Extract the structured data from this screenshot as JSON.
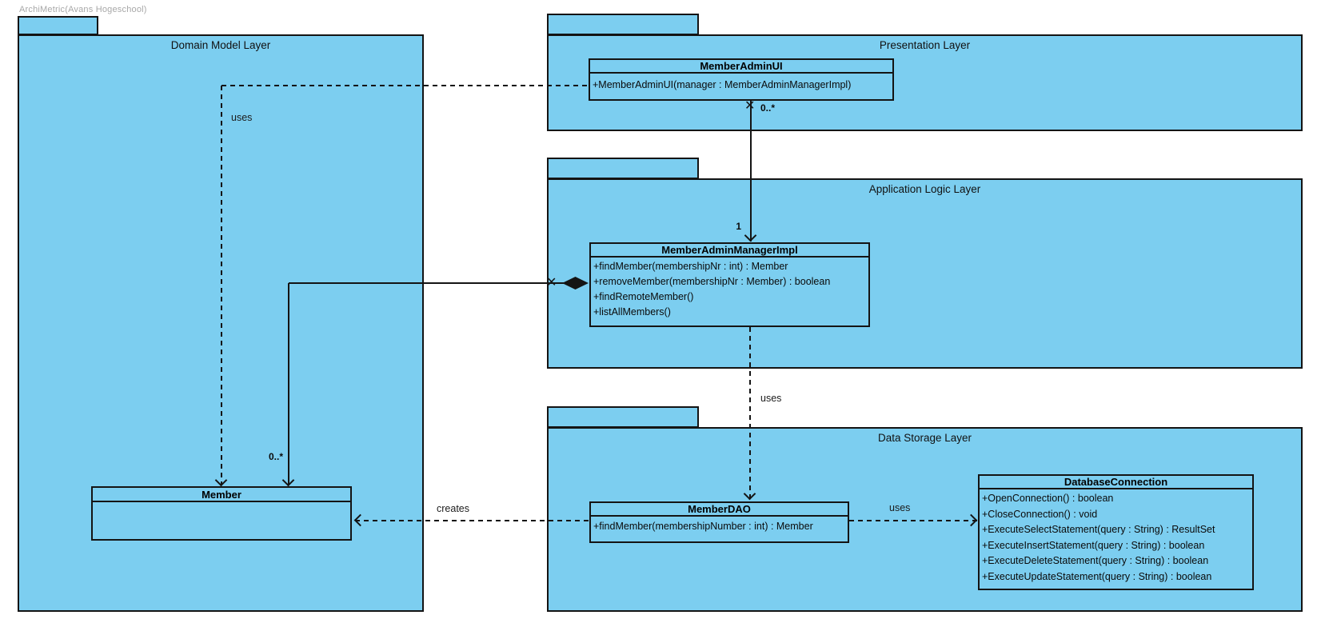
{
  "watermark": "ArchiMetric(Avans Hogeschool)",
  "packages": {
    "domain": {
      "title": "Domain Model Layer"
    },
    "presentation": {
      "title": "Presentation Layer"
    },
    "application": {
      "title": "Application Logic Layer"
    },
    "storage": {
      "title": "Data Storage Layer"
    }
  },
  "classes": {
    "memberAdminUI": {
      "name": "MemberAdminUI",
      "methods": [
        "+MemberAdminUI(manager : MemberAdminManagerImpl)"
      ]
    },
    "memberAdminManagerImpl": {
      "name": "MemberAdminManagerImpl",
      "methods": [
        "+findMember(membershipNr : int) : Member",
        "+removeMember(membershipNr : Member) : boolean",
        "+findRemoteMember()",
        "+listAllMembers()"
      ]
    },
    "member": {
      "name": "Member",
      "methods": []
    },
    "memberDAO": {
      "name": "MemberDAO",
      "methods": [
        "+findMember(membershipNumber : int) : Member"
      ]
    },
    "databaseConnection": {
      "name": "DatabaseConnection",
      "methods": [
        "+OpenConnection() : boolean",
        "+CloseConnection() : void",
        "+ExecuteSelectStatement(query : String) : ResultSet",
        "+ExecuteInsertStatement(query : String) : boolean",
        "+ExecuteDeleteStatement(query : String) : boolean",
        "+ExecuteUpdateStatement(query : String) : boolean"
      ]
    }
  },
  "relations": {
    "ui_member_uses": {
      "label": "uses"
    },
    "ui_manager": {
      "source_mult": "0..*",
      "target_mult": "1"
    },
    "manager_member": {
      "mult": "0..*"
    },
    "manager_dao_uses": {
      "label": "uses"
    },
    "dao_member_creates": {
      "label": "creates"
    },
    "dao_db_uses": {
      "label": "uses"
    }
  },
  "icons": {
    "x_marker": "✕"
  },
  "colors": {
    "package_fill": "#7CCEF0",
    "border": "#141414",
    "watermark": "#A8A8A8",
    "background": "#FFFFFF"
  }
}
